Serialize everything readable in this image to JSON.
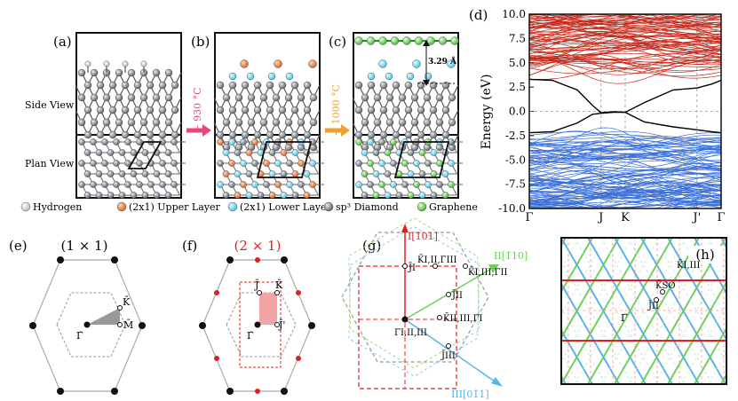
{
  "panels": {
    "a": "(a)",
    "b": "(b)",
    "c": "(c)",
    "d": "(d)",
    "e": "(e)",
    "f": "(f)",
    "g": "(g)",
    "h": "(h)"
  },
  "views": {
    "side": "Side View",
    "plan": "Plan View"
  },
  "transitions": {
    "t1": "+ 930 °C",
    "t2": "+ 1000 °C"
  },
  "distance_label": "3.29 Å",
  "legend": [
    {
      "label": "Hydrogen",
      "color": "#f2f2f2"
    },
    {
      "label": "(2x1) Upper Layer",
      "color": "#e8874a"
    },
    {
      "label": "(2x1) Lower Layer",
      "color": "#8fd8ef"
    },
    {
      "label": "sp³ Diamond",
      "color": "#7f8890"
    },
    {
      "label": "Graphene",
      "color": "#6fd05a"
    }
  ],
  "chart_data": {
    "type": "line",
    "ylabel": "Energy (eV)",
    "ylim": [
      -10.0,
      10.0
    ],
    "yticks": [
      "10.0",
      "7.5",
      "5.0",
      "2.5",
      "0.0",
      "-2.5",
      "-5.0",
      "-7.5",
      "-10.0"
    ],
    "kpoints": [
      "Γ",
      "J",
      "K",
      "J'",
      "Γ"
    ],
    "kpos": [
      0,
      0.374,
      0.5,
      0.874,
      1.0
    ],
    "colors": {
      "conduction": "#c42b1c",
      "valence": "#3a6fd8",
      "highlight": "#000000"
    }
  },
  "bz_e": {
    "title": "(1 × 1)",
    "K": "K̄",
    "M": "M̄",
    "G": "Γ̄"
  },
  "bz_f": {
    "title": "(2 × 1)",
    "J": "J̄",
    "K": "K̄",
    "Jp": "J̄'",
    "G": "Γ̄"
  },
  "bz_g": {
    "dir1": "I[1̄01]",
    "dir2": "II[1̄10]",
    "dir3": "III[01̄1]",
    "J1": "J̄I",
    "K1": "K̄I,II,Γ̄III",
    "K2": "K̄I,III,Γ̄II",
    "J2": "J̄II",
    "K3": "K̄II,III,Γ̄I",
    "G": "Γ̄I,II,III",
    "J3": "J̄III"
  },
  "bz_h": {
    "K1": "K̄I,III",
    "K2": "K̄SO",
    "J": "J̄II",
    "G": "Γ̄"
  }
}
